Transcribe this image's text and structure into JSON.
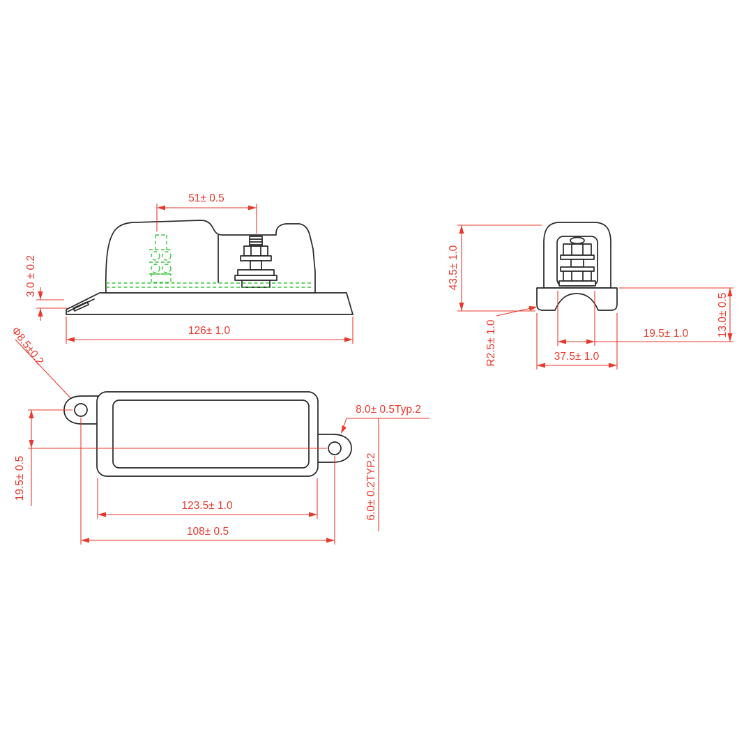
{
  "drawing": {
    "background": "#ffffff",
    "colors": {
      "outline": "#262626",
      "dimension": "#e8392c",
      "hidden_detail": "#3bc43b"
    },
    "views": {
      "side_view": {
        "dimensions": {
          "stud_offset": "51± 0.5",
          "flange_thickness": "3.0 ± 0.2",
          "overall_length": "126± 1.0",
          "mounting_hole_diameter": "Φ8.5±0.2"
        }
      },
      "end_view": {
        "dimensions": {
          "overall_height": "43.5± 1.0",
          "foot_radius": "R2.5± 1.0",
          "overall_width": "37.5± 1.0",
          "terminal_width": "19.5± 1.0",
          "base_height": "13.0± 0.5"
        }
      },
      "plan_view": {
        "dimensions": {
          "tab_edge_to_hole": "8.0± 0.5Typ.2",
          "hole_lateral_offset": "19.5± 0.5",
          "body_length": "123.5± 1.0",
          "hole_spacing": "108± 0.5",
          "tab_thickness": "6.0± 0.2TYP.2"
        }
      }
    }
  }
}
